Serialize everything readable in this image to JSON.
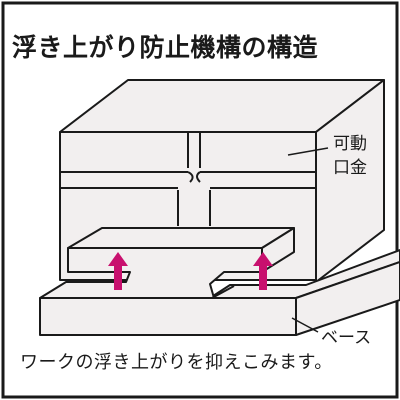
{
  "title": "浮き上がり防止機構の構造",
  "labels": {
    "movable_jaw_line1": "可動",
    "movable_jaw_line2": "口金",
    "base": "ベース"
  },
  "caption": "ワークの浮き上がりを抑えこみます。",
  "colors": {
    "outline": "#1a1a1a",
    "fill": "#f2efef",
    "arrow": "#c8106e",
    "background": "#ffffff"
  }
}
